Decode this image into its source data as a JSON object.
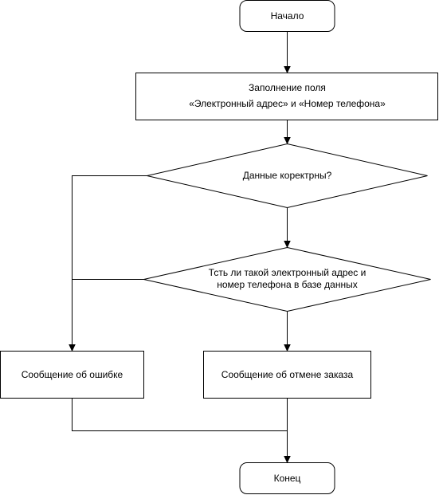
{
  "diagram": {
    "start": {
      "label": "Начало"
    },
    "fill_fields": {
      "line1": "Заполнение поля",
      "line2": "«Электронный адрес» и «Номер телефона»"
    },
    "check_data": {
      "label": "Данные коректрны?"
    },
    "check_db": {
      "line1": "Тсть ли такой электронный адрес и",
      "line2": "номер телефона в базе данных"
    },
    "error_message": {
      "label": "Сообщение об ошибке"
    },
    "cancel_message": {
      "label": "Сообщение об отмене заказа"
    },
    "end": {
      "label": "Конец"
    }
  },
  "colors": {
    "stroke": "#000000",
    "fill": "#ffffff"
  }
}
